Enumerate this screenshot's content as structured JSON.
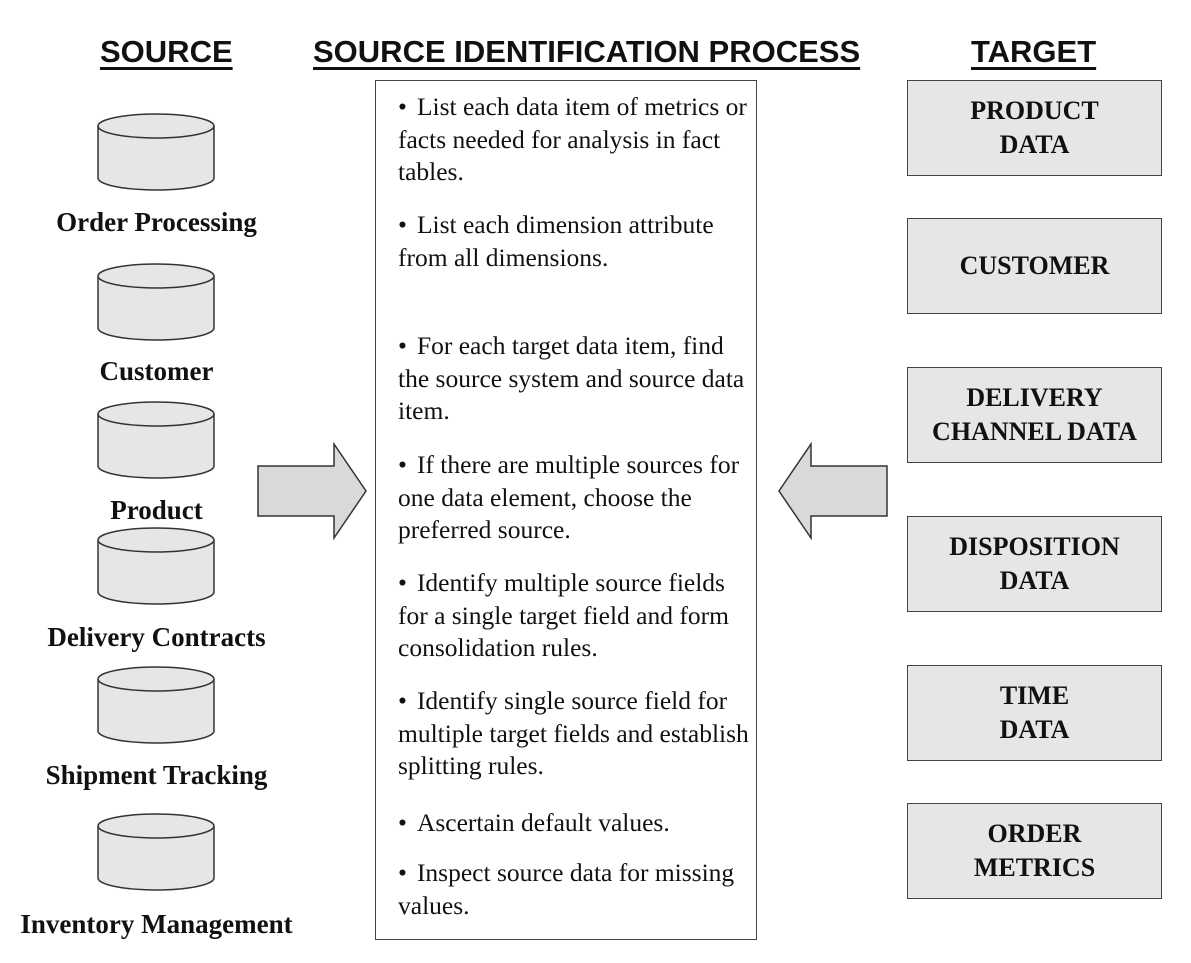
{
  "headings": {
    "source": "SOURCE",
    "process": "SOURCE IDENTIFICATION PROCESS",
    "target": "TARGET"
  },
  "sources": [
    {
      "label": "Order Processing"
    },
    {
      "label": "Customer"
    },
    {
      "label": "Product"
    },
    {
      "label": "Delivery Contracts"
    },
    {
      "label": "Shipment Tracking"
    },
    {
      "label": "Inventory Management"
    }
  ],
  "process_steps": [
    {
      "bullet": "•",
      "text": "List each data item of metrics or facts needed for analysis in fact tables."
    },
    {
      "bullet": "•",
      "text": "List each dimension attribute from all dimensions."
    },
    {
      "bullet": "•",
      "text": "For each target data item, find the source system and source data item."
    },
    {
      "bullet": "•",
      "text": "If there are multiple sources for one data element, choose the preferred source."
    },
    {
      "bullet": "•",
      "text": "Identify multiple source fields for a single target field and form consolidation rules."
    },
    {
      "bullet": "•",
      "text": "Identify single source field for multiple target fields and establish splitting rules."
    },
    {
      "bullet": "•",
      "text": "Ascertain default values."
    },
    {
      "bullet": "•",
      "text": "Inspect source data for missing values."
    }
  ],
  "targets": [
    {
      "label": "PRODUCT\nDATA"
    },
    {
      "label": "CUSTOMER"
    },
    {
      "label": "DELIVERY\nCHANNEL DATA"
    },
    {
      "label": "DISPOSITION\nDATA"
    },
    {
      "label": "TIME\nDATA"
    },
    {
      "label": "ORDER\nMETRICS"
    }
  ],
  "colors": {
    "box_fill": "#e6e6e6",
    "arrow_fill": "#d9d9d9",
    "database_fill": "#e6e6e6",
    "stroke": "#333333"
  }
}
